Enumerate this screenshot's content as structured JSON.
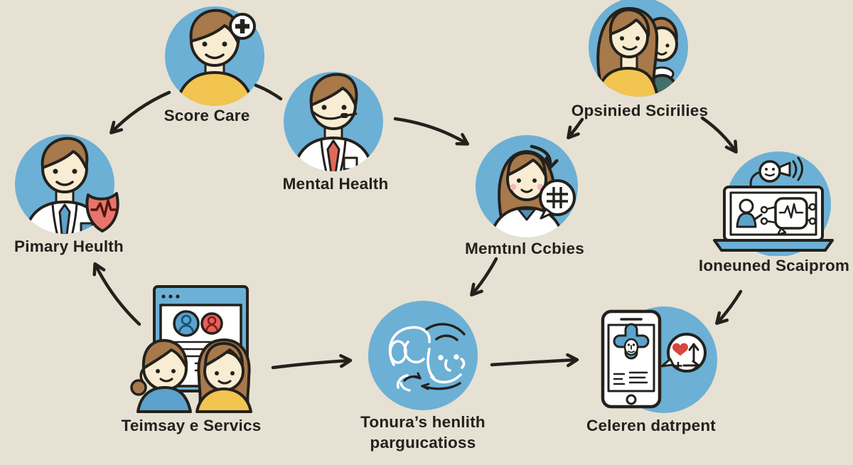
{
  "diagram": {
    "background_color": "#e6e1d3",
    "node_circle_color": "#6cb0d5",
    "outline_color": "#23211c",
    "accent_colors": {
      "yellow_shirt": "#f2c450",
      "skin": "#f8ecd2",
      "hair_brown": "#a7794b",
      "red": "#e2685d",
      "tie_blue": "#5ba3cc",
      "teal_shirt": "#41706c",
      "heart_red": "#d9463e"
    }
  },
  "nodes": [
    {
      "id": "score-care",
      "label": "Score Care",
      "icon": "person-with-medical-cross-badge"
    },
    {
      "id": "mental-health",
      "label": "Mental Health",
      "icon": "doctor-with-headset"
    },
    {
      "id": "opsinied-scirilies",
      "label": "Opsinied Scirilies",
      "icon": "parent-and-child"
    },
    {
      "id": "pimary-heulth",
      "label": "Pimary Heulth",
      "icon": "doctor-with-heartbeat-shield"
    },
    {
      "id": "memtinl-ccbies",
      "label": "Memtınl Ccbies",
      "icon": "female-doctor-with-speech-bubble"
    },
    {
      "id": "ioneuned-scaiprom",
      "label": "Ioneuned Scaiprom",
      "icon": "telehealth-laptop-with-announcer"
    },
    {
      "id": "teimsay-e-servics",
      "label": "Teimsay e Servics",
      "icon": "browser-window-with-two-children"
    },
    {
      "id": "tonuras-henlith",
      "label": "Tonura’s henlith",
      "label_line2": "parguıcatioss",
      "icon": "mind-listening-cycle"
    },
    {
      "id": "celeren-datrpent",
      "label": "Celeren datrpent",
      "icon": "health-app-phone-with-bubble"
    }
  ],
  "edges": [
    {
      "from": "score-care",
      "to": "pimary-heulth"
    },
    {
      "from": "score-care",
      "to": "mental-health"
    },
    {
      "from": "mental-health",
      "to": "memtinl-ccbies"
    },
    {
      "from": "opsinied-scirilies",
      "to": "memtinl-ccbies"
    },
    {
      "from": "opsinied-scirilies",
      "to": "ioneuned-scaiprom"
    },
    {
      "from": "memtinl-ccbies",
      "to": "tonuras-henlith"
    },
    {
      "from": "ioneuned-scaiprom",
      "to": "celeren-datrpent"
    },
    {
      "from": "teimsay-e-servics",
      "to": "tonuras-henlith"
    },
    {
      "from": "tonuras-henlith",
      "to": "celeren-datrpent"
    },
    {
      "from": "teimsay-e-servics",
      "to": "pimary-heulth"
    }
  ]
}
